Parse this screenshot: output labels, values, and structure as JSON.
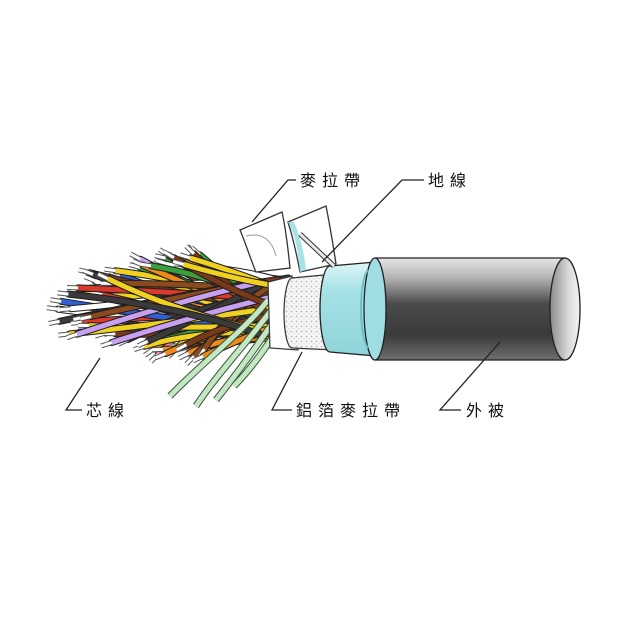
{
  "labels": {
    "mylar_tape": "麥拉帶",
    "ground_wire": "地線",
    "core_wire": "芯線",
    "aluminum_foil_mylar_tape": "鋁箔麥拉帶",
    "outer_jacket": "外被"
  },
  "colors": {
    "outer_jacket": "#4a4a4a",
    "aluminum_foil_layer": "#a6e2e6",
    "drain_bundle": "#c4e6c4",
    "core_wire_palette": [
      "#d93a2b",
      "#2f5fd0",
      "#f0d020",
      "#3aa03a",
      "#8a4a1e",
      "#f08a1a",
      "#b070e0",
      "#ff7ab0",
      "#ffffff",
      "#3a3a3a",
      "#c8a0f0",
      "#7a3a1a"
    ]
  }
}
